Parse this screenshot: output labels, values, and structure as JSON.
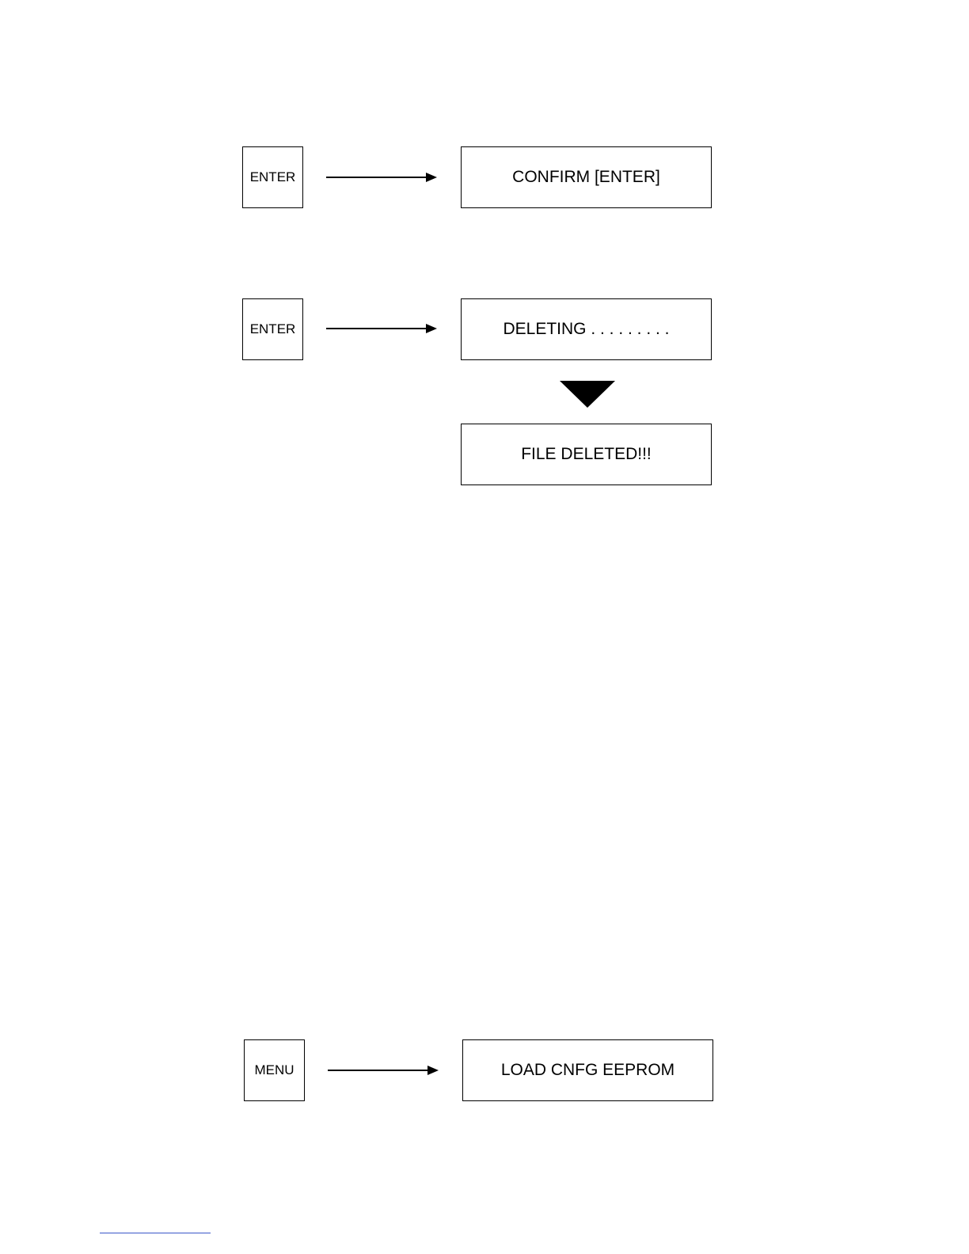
{
  "step1": {
    "key_label": "ENTER",
    "screen_text": "CONFIRM [ENTER]"
  },
  "step2": {
    "key_label": "ENTER",
    "screen_text": "DELETING . . . . . . . . .",
    "result_text": "FILE DELETED!!!"
  },
  "step3": {
    "key_label": "MENU",
    "screen_text": "LOAD CNFG EEPROM"
  },
  "icons": {
    "flow_arrow": "right-arrow-icon",
    "next_state": "down-triangle-icon"
  },
  "colors": {
    "ink": "#000000",
    "footer_rule": "#3a56c9"
  }
}
